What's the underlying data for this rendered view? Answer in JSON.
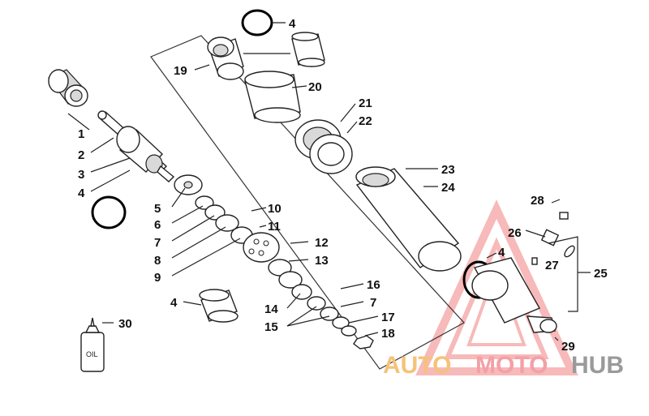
{
  "labels": {
    "p1": "1",
    "p2": "2",
    "p3": "3",
    "p4a": "4",
    "p4b": "4",
    "p4c": "4",
    "p4d": "4",
    "p5": "5",
    "p6": "6",
    "p7a": "7",
    "p7b": "7",
    "p8": "8",
    "p9": "9",
    "p10": "10",
    "p11": "11",
    "p12": "12",
    "p13": "13",
    "p14": "14",
    "p15": "15",
    "p16": "16",
    "p17": "17",
    "p18": "18",
    "p19": "19",
    "p20": "20",
    "p21": "21",
    "p22": "22",
    "p23": "23",
    "p24": "24",
    "p25": "25",
    "p26": "26",
    "p27": "27",
    "p28": "28",
    "p29": "29",
    "p30": "30"
  },
  "oil_bottle_text": "OIL",
  "watermark": {
    "part1": "AUTO",
    "part2": "MOTO",
    "part3": "HUB",
    "color1": "#f5c27a",
    "color2": "#f3a0a6",
    "color3": "#9a9a9a",
    "triangle_color": "#f28080"
  }
}
